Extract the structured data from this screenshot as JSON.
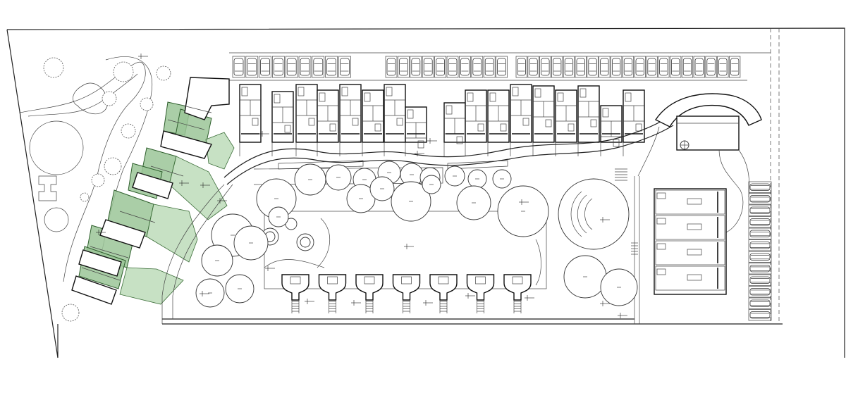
{
  "plan": {
    "colors": {
      "background": "#ffffff",
      "linework": "#222222",
      "unit_fill_green": "#9bc598",
      "lawn_green": "#b9d9b5"
    },
    "parking_top_left_count": 9,
    "parking_top_mid_count": 10,
    "parking_top_right_count": 19,
    "parking_right_count": 12,
    "row_houses_top_count": 17,
    "curved_block_units": 10,
    "kiosks_count": 7,
    "garage_rooms_count": 4
  }
}
